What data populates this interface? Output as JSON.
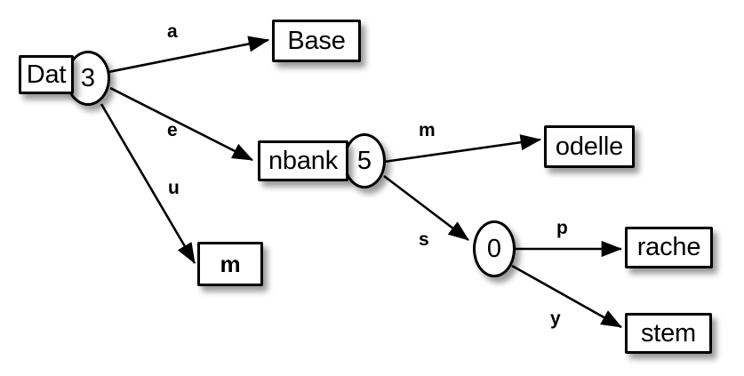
{
  "diagram": {
    "type": "directed-graph",
    "title": "",
    "background_color": "#ffffff",
    "stroke_color": "#000000",
    "nodes": [
      {
        "id": "n3",
        "shape": "box-ellipse",
        "box_text": "Dat",
        "ellipse_text": "3"
      },
      {
        "id": "base",
        "shape": "box",
        "box_text": "Base",
        "ellipse_text": ""
      },
      {
        "id": "m_leaf",
        "shape": "box",
        "box_text": "m",
        "ellipse_text": ""
      },
      {
        "id": "n5",
        "shape": "box-ellipse",
        "box_text": "nbank",
        "ellipse_text": "5"
      },
      {
        "id": "odelle",
        "shape": "box",
        "box_text": "odelle",
        "ellipse_text": ""
      },
      {
        "id": "n0",
        "shape": "ellipse",
        "box_text": "",
        "ellipse_text": "0"
      },
      {
        "id": "rache",
        "shape": "box",
        "box_text": "rache",
        "ellipse_text": ""
      },
      {
        "id": "stem",
        "shape": "box",
        "box_text": "stem",
        "ellipse_text": ""
      }
    ],
    "edges": [
      {
        "from": "n3",
        "to": "base",
        "label": "a"
      },
      {
        "from": "n3",
        "to": "n5",
        "label": "e"
      },
      {
        "from": "n3",
        "to": "m_leaf",
        "label": "u"
      },
      {
        "from": "n5",
        "to": "odelle",
        "label": "m"
      },
      {
        "from": "n5",
        "to": "n0",
        "label": "s"
      },
      {
        "from": "n0",
        "to": "rache",
        "label": "p"
      },
      {
        "from": "n0",
        "to": "stem",
        "label": "y"
      }
    ]
  }
}
